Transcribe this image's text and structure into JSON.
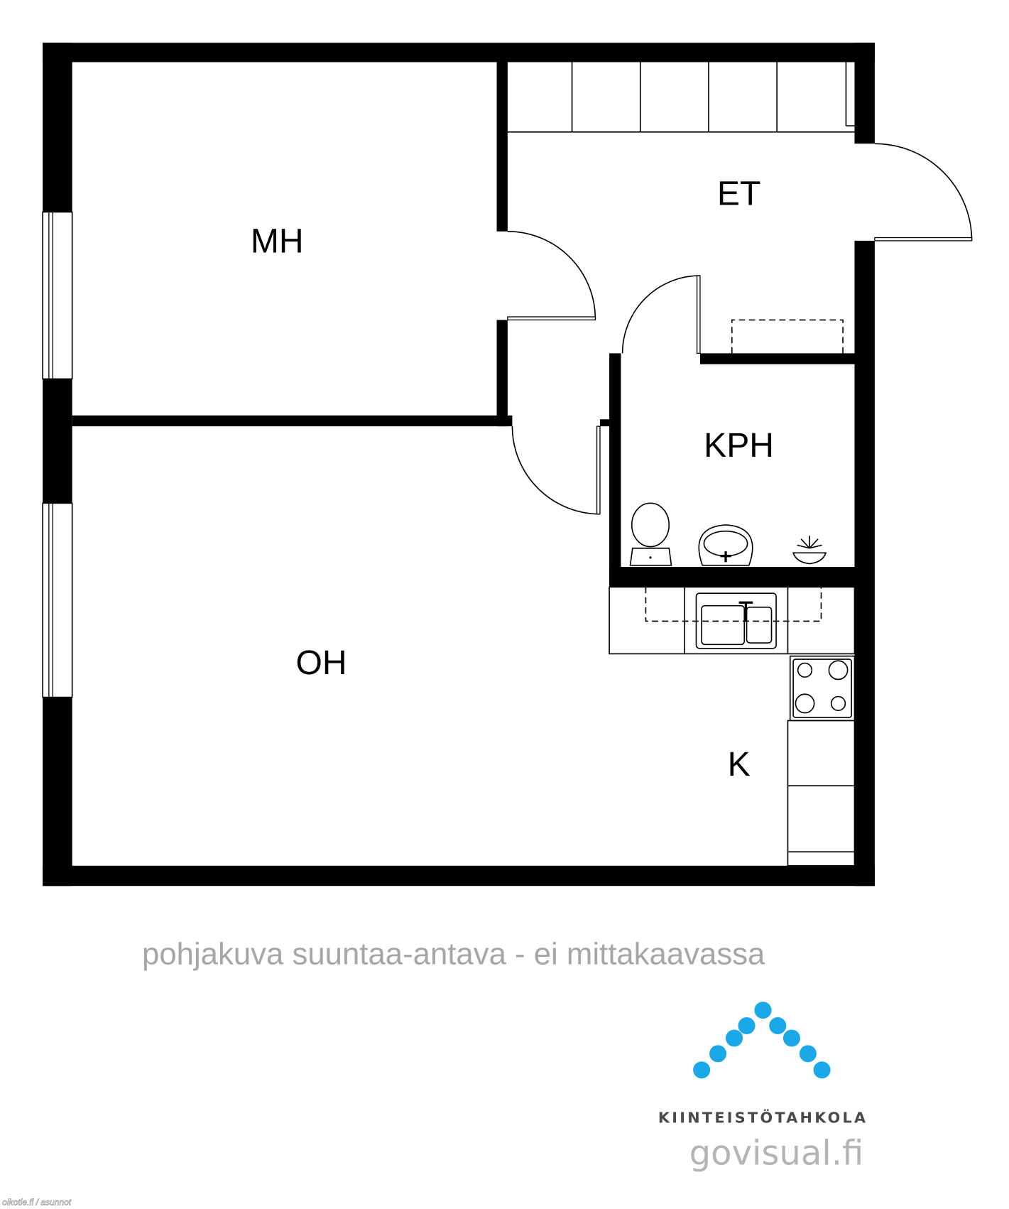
{
  "rooms": {
    "mh": "MH",
    "et": "ET",
    "kph": "KPH",
    "oh": "OH",
    "k": "K"
  },
  "caption": "pohjakuva suuntaa-antava - ei mittakaavassa",
  "logo": {
    "brand": "KIINTEISTÖTAHKOLA",
    "site": "govisual.fi",
    "dot_color": "#1aa8e8"
  },
  "watermark": "oikotie.fi / asunnot"
}
